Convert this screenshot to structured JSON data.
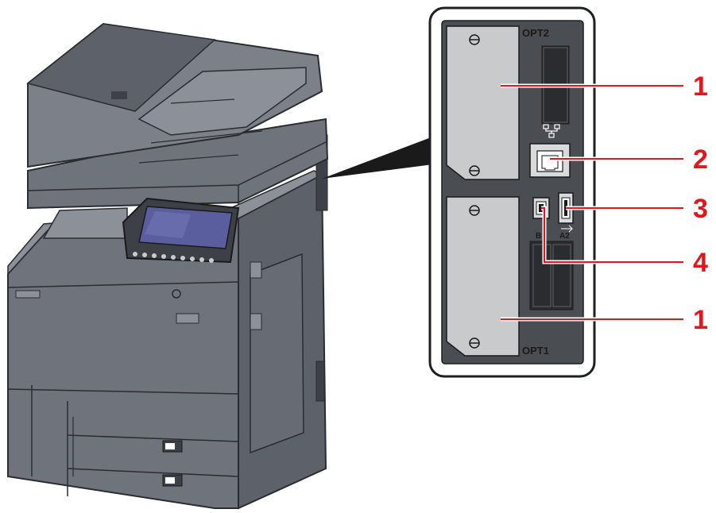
{
  "panel": {
    "opt2_label": "OPT2",
    "opt1_label": "OPT1",
    "port_b_label": "B",
    "port_a2_label": "A2"
  },
  "callouts": {
    "c1_top": "1",
    "c2": "2",
    "c3": "3",
    "c4": "4",
    "c1_bottom": "1"
  },
  "colors": {
    "callout": "#e3161b",
    "printer_body": "#6f737b",
    "printer_dark": "#3d4047",
    "printer_light": "#8c9098",
    "panel_bg": "#4a4d52",
    "slot_fill": "#c9cacc",
    "panel_frame": "#1e1f22"
  },
  "icons": {
    "network": "lan-network-icon",
    "usb": "usb-icon"
  }
}
